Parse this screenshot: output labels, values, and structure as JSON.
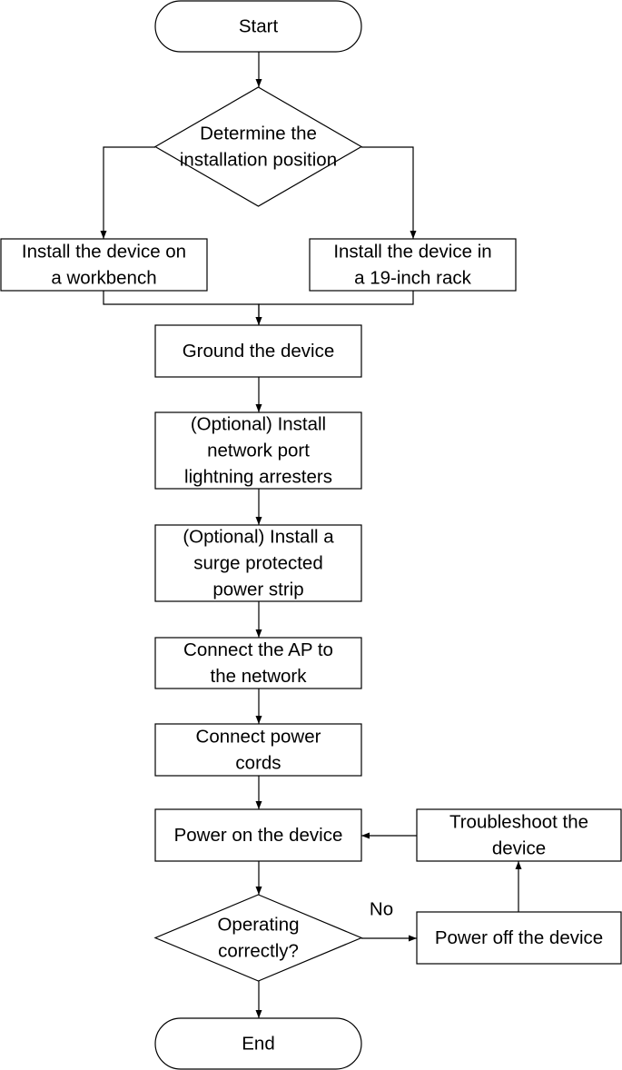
{
  "flowchart": {
    "nodes": [
      {
        "id": "start",
        "shape": "terminal",
        "lines": [
          "Start"
        ]
      },
      {
        "id": "determine-position",
        "shape": "decision",
        "lines": [
          "Determine the",
          "installation position"
        ]
      },
      {
        "id": "install-workbench",
        "shape": "process",
        "lines": [
          "Install the device on",
          "a workbench"
        ]
      },
      {
        "id": "install-rack",
        "shape": "process",
        "lines": [
          "Install the device in",
          "a 19-inch rack"
        ]
      },
      {
        "id": "ground-device",
        "shape": "process",
        "lines": [
          "Ground the device"
        ]
      },
      {
        "id": "install-arresters",
        "shape": "process",
        "lines": [
          "(Optional) Install",
          "network port",
          "lightning arresters"
        ]
      },
      {
        "id": "install-power-strip",
        "shape": "process",
        "lines": [
          "(Optional) Install a",
          "surge protected",
          "power strip"
        ]
      },
      {
        "id": "connect-ap",
        "shape": "process",
        "lines": [
          "Connect the AP to",
          "the network"
        ]
      },
      {
        "id": "connect-power-cords",
        "shape": "process",
        "lines": [
          "Connect power",
          "cords"
        ]
      },
      {
        "id": "power-on",
        "shape": "process",
        "lines": [
          "Power on the device"
        ]
      },
      {
        "id": "troubleshoot",
        "shape": "process",
        "lines": [
          "Troubleshoot the",
          "device"
        ]
      },
      {
        "id": "operating-correctly",
        "shape": "decision",
        "lines": [
          "Operating",
          "correctly?"
        ]
      },
      {
        "id": "power-off",
        "shape": "process",
        "lines": [
          "Power off the device"
        ]
      },
      {
        "id": "end",
        "shape": "terminal",
        "lines": [
          "End"
        ]
      }
    ],
    "edges": [
      {
        "from": "start",
        "to": "determine-position",
        "label": ""
      },
      {
        "from": "determine-position",
        "to": "install-workbench",
        "label": ""
      },
      {
        "from": "determine-position",
        "to": "install-rack",
        "label": ""
      },
      {
        "from": "install-workbench",
        "to": "ground-device",
        "label": ""
      },
      {
        "from": "install-rack",
        "to": "ground-device",
        "label": ""
      },
      {
        "from": "ground-device",
        "to": "install-arresters",
        "label": ""
      },
      {
        "from": "install-arresters",
        "to": "install-power-strip",
        "label": ""
      },
      {
        "from": "install-power-strip",
        "to": "connect-ap",
        "label": ""
      },
      {
        "from": "connect-ap",
        "to": "connect-power-cords",
        "label": ""
      },
      {
        "from": "connect-power-cords",
        "to": "power-on",
        "label": ""
      },
      {
        "from": "power-on",
        "to": "operating-correctly",
        "label": ""
      },
      {
        "from": "operating-correctly",
        "to": "power-off",
        "label": "No"
      },
      {
        "from": "power-off",
        "to": "troubleshoot",
        "label": ""
      },
      {
        "from": "troubleshoot",
        "to": "power-on",
        "label": ""
      },
      {
        "from": "operating-correctly",
        "to": "end",
        "label": ""
      }
    ]
  }
}
